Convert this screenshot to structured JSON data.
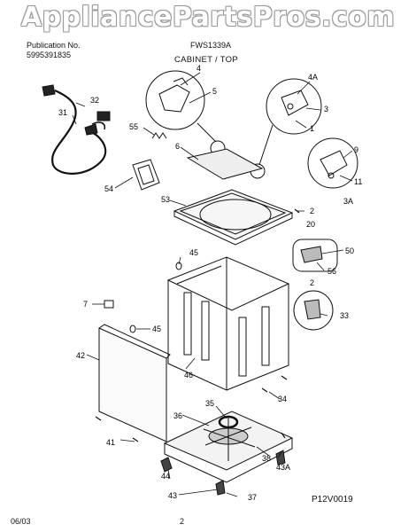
{
  "header": {
    "watermark": "AppliancePartsPros.com",
    "publication_label": "Publication No.",
    "publication_value": "5995391835",
    "model": "FWS1339A",
    "section_title": "CABINET / TOP"
  },
  "callouts": [
    "4",
    "5",
    "4A",
    "3",
    "1",
    "55",
    "6",
    "9",
    "11",
    "3A",
    "54",
    "53",
    "2",
    "20",
    "50",
    "56",
    "45",
    "2",
    "7",
    "45",
    "33",
    "42",
    "46",
    "35",
    "34",
    "36",
    "38",
    "41",
    "44",
    "43A",
    "43",
    "37",
    "32",
    "31"
  ],
  "footer": {
    "date": "06/03",
    "page": "2",
    "figure_code": "P12V0019"
  }
}
